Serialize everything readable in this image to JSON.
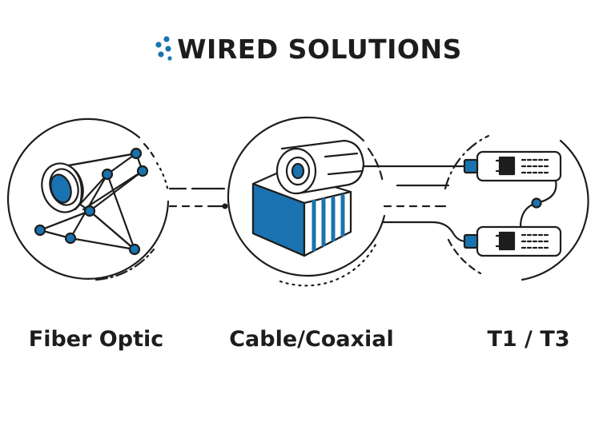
{
  "header": {
    "title": "WIRED SOLUTIONS",
    "logo_icon": "dots-logo-icon"
  },
  "sections": [
    {
      "label": "Fiber Optic",
      "icon": "fiber-optic-icon"
    },
    {
      "label": "Cable/Coaxial",
      "icon": "coaxial-cable-icon"
    },
    {
      "label": "T1 / T3",
      "icon": "t1-t3-modem-icon"
    }
  ],
  "colors": {
    "accent": "#1a73b0",
    "ink": "#1d1d1b",
    "background": "#ffffff"
  }
}
